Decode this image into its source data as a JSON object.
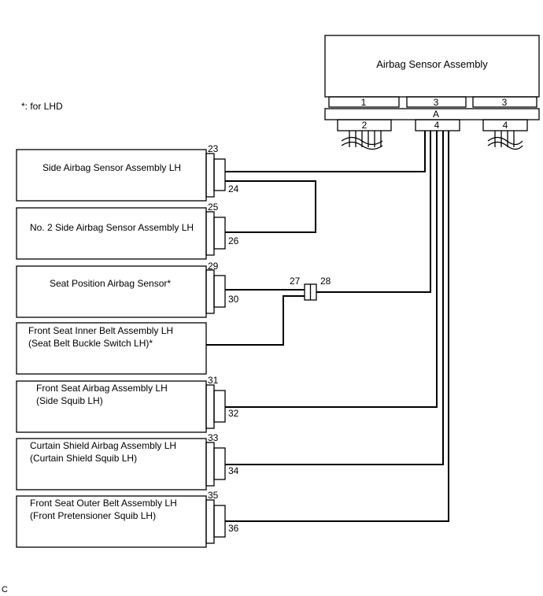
{
  "note": "*: for LHD",
  "footer_code": "C",
  "ecu": {
    "title": "Airbag Sensor Assembly",
    "top_connectors": [
      "1",
      "3",
      "3"
    ],
    "bar_label": "A",
    "bottom_connectors": [
      "2",
      "4",
      "4"
    ]
  },
  "components": [
    {
      "lines": [
        "Side Airbag Sensor Assembly LH",
        ""
      ],
      "pin_top": "23",
      "pin_bottom": "24"
    },
    {
      "lines": [
        "No. 2 Side Airbag Sensor Assembly LH",
        ""
      ],
      "pin_top": "25",
      "pin_bottom": "26"
    },
    {
      "lines": [
        "Seat Position Airbag Sensor*",
        ""
      ],
      "pin_top": "29",
      "pin_bottom": "30"
    },
    {
      "lines": [
        "Front Seat Inner Belt Assembly LH",
        "(Seat Belt Buckle Switch LH)*"
      ],
      "pin_top": "",
      "pin_bottom": ""
    },
    {
      "lines": [
        "Front Seat Airbag Assembly LH",
        "(Side Squib LH)"
      ],
      "pin_top": "31",
      "pin_bottom": "32"
    },
    {
      "lines": [
        "Curtain Shield Airbag Assembly LH",
        "(Curtain Shield Squib LH)"
      ],
      "pin_top": "33",
      "pin_bottom": "34"
    },
    {
      "lines": [
        "Front Seat Outer Belt Assembly LH",
        "(Front Pretensioner Squib LH)"
      ],
      "pin_top": "35",
      "pin_bottom": "36"
    }
  ],
  "junction": {
    "left": "27",
    "right": "28"
  }
}
